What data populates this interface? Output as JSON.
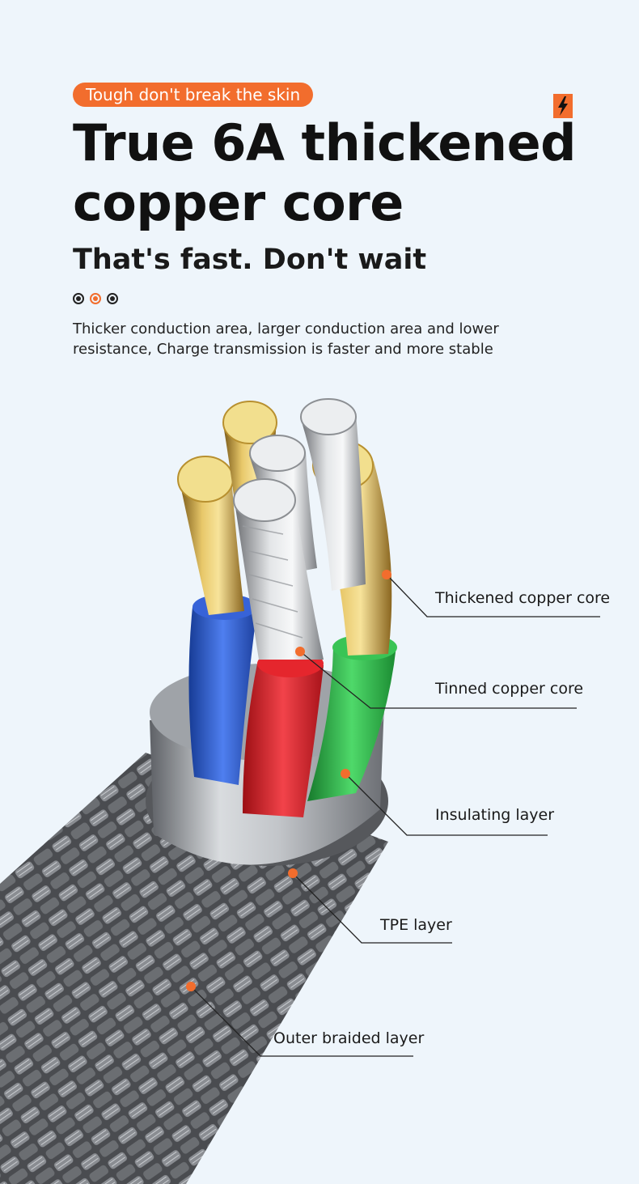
{
  "header": {
    "tag": "Tough don't break the skin",
    "title_line1": "True 6A thickened",
    "title_line2": "copper core",
    "subtitle": "That's fast. Don't wait",
    "description_line1": "Thicker conduction area, larger conduction area and lower",
    "description_line2": "resistance, Charge transmission is faster and more stable"
  },
  "icons": {
    "badge": "lightning-bolt-icon",
    "indicator": "pagination-dots"
  },
  "callouts": [
    {
      "label": "Thickened copper core"
    },
    {
      "label": "Tinned copper core"
    },
    {
      "label": "Insulating layer"
    },
    {
      "label": "TPE layer"
    },
    {
      "label": "Outer braided layer"
    }
  ],
  "colors": {
    "accent": "#f26d2d",
    "background": "#eef5fb",
    "text": "#111111",
    "wire_blue": "#2f5fd0",
    "wire_red": "#e21f26",
    "wire_green": "#2fb84a",
    "copper_gold": "#d4aa4a",
    "tinned_silver": "#c9ccd0",
    "sleeve_silver": "#aeb2b7",
    "braid_grey": "#5a5c60"
  }
}
